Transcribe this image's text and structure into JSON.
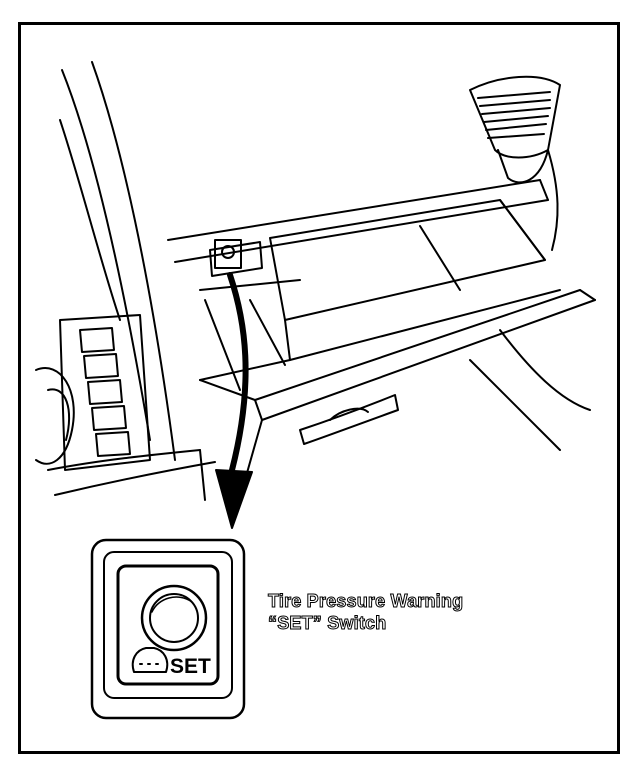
{
  "diagram": {
    "callout_line1": "Tire Pressure Warning",
    "callout_line2": "“SET” Switch",
    "switch_label": "SET",
    "switch_icon": "tire-pressure-warning-icon",
    "line_color": "#000000",
    "background_color": "#ffffff"
  }
}
